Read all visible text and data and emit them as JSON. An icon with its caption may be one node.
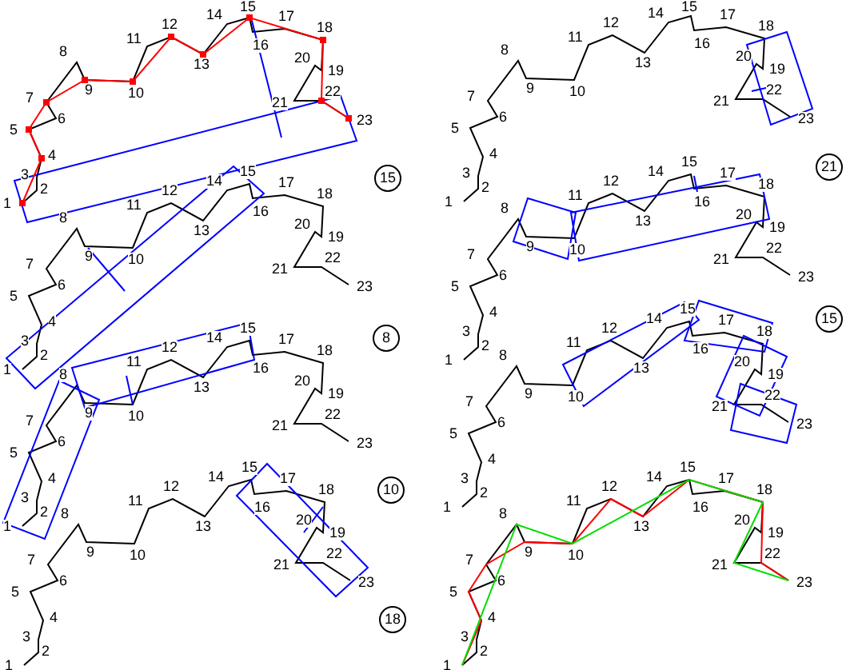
{
  "diagram": {
    "labels": [
      "1",
      "2",
      "3",
      "4",
      "5",
      "6",
      "7",
      "8",
      "9",
      "10",
      "11",
      "12",
      "13",
      "14",
      "15",
      "16",
      "17",
      "18",
      "19",
      "20",
      "21",
      "22",
      "23",
      "15",
      "1",
      "2",
      "3",
      "4",
      "5",
      "6",
      "7",
      "8",
      "9",
      "10",
      "11",
      "12",
      "13",
      "14",
      "15",
      "16",
      "17",
      "18",
      "19",
      "20",
      "21",
      "22",
      "23",
      "21",
      "1",
      "2",
      "3",
      "4",
      "5",
      "6",
      "7",
      "8",
      "9",
      "10",
      "11",
      "12",
      "13",
      "14",
      "15",
      "16",
      "17",
      "18",
      "19",
      "20",
      "21",
      "22",
      "23",
      "8",
      "1",
      "2",
      "3",
      "4",
      "5",
      "6",
      "7",
      "8",
      "9",
      "10",
      "11",
      "12",
      "13",
      "14",
      "15",
      "16",
      "17",
      "18",
      "19",
      "20",
      "21",
      "22",
      "23",
      "15",
      "1",
      "2",
      "3",
      "4",
      "5",
      "6",
      "7",
      "8",
      "9",
      "10",
      "11",
      "12",
      "13",
      "14",
      "15",
      "16",
      "17",
      "18",
      "19",
      "20",
      "21",
      "22",
      "23",
      "10",
      "1",
      "2",
      "3",
      "4",
      "5",
      "6",
      "7",
      "8",
      "9",
      "10",
      "11",
      "12",
      "13",
      "14",
      "15",
      "16",
      "17",
      "18",
      "19",
      "20",
      "21",
      "22",
      "23",
      "1",
      "2",
      "3",
      "4",
      "5",
      "6",
      "7",
      "8",
      "9",
      "10",
      "11",
      "12",
      "13",
      "14",
      "15",
      "16",
      "17",
      "18",
      "19",
      "20",
      "21",
      "22",
      "23",
      "18",
      "1",
      "2",
      "3",
      "4",
      "5",
      "6",
      "7",
      "8",
      "9",
      "10",
      "11",
      "12",
      "13",
      "14",
      "15",
      "16",
      "17",
      "18",
      "19",
      "20",
      "21",
      "22",
      "23"
    ]
  }
}
